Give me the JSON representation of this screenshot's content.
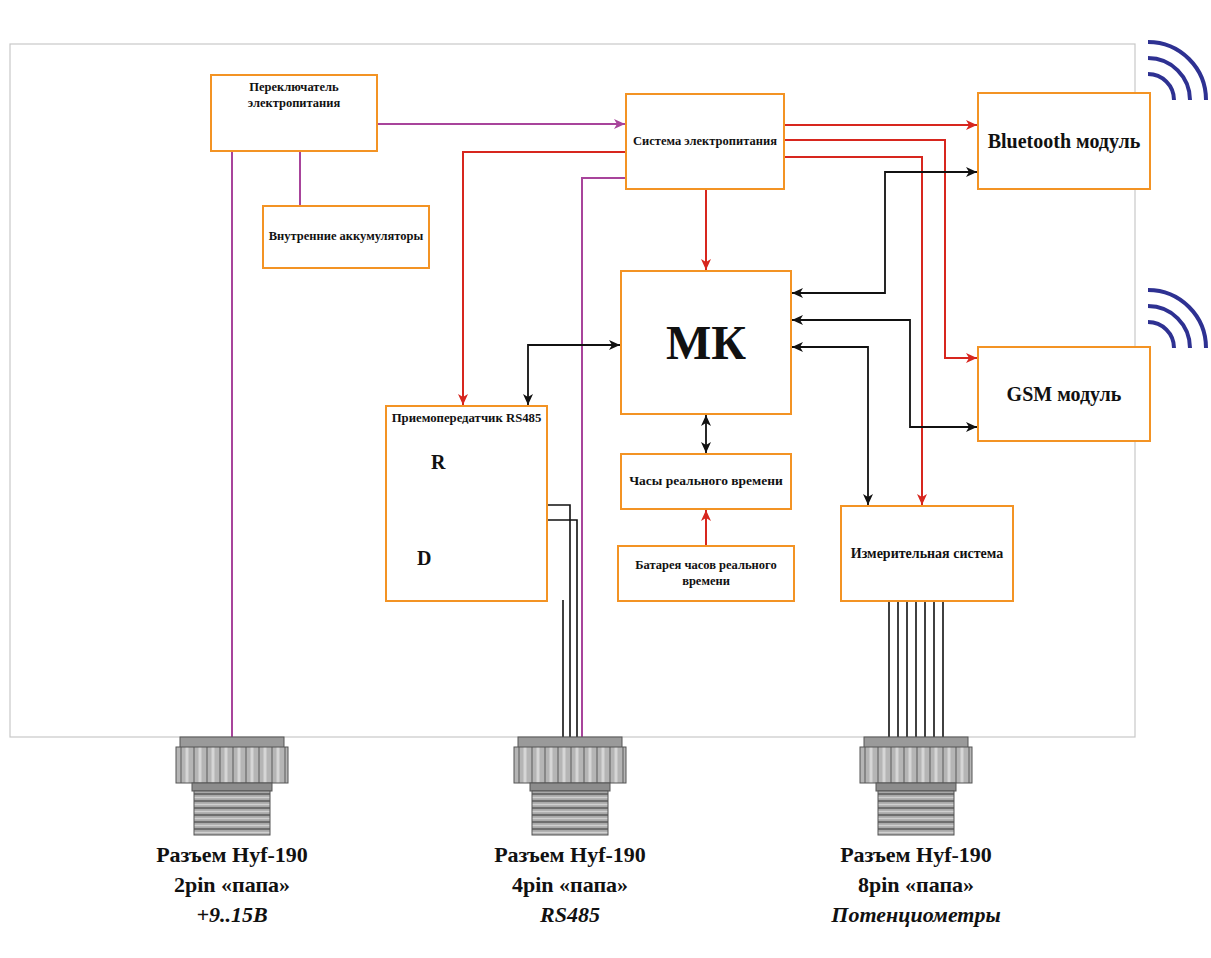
{
  "diagram": {
    "nodes": [
      {
        "text": [
          "Переключатель электропитания"
        ]
      },
      {
        "text": [
          "Система электропитания"
        ]
      },
      {
        "text": [
          "Bluetooth модуль"
        ]
      },
      {
        "text": [
          "Внутренние аккумуляторы"
        ]
      },
      {
        "text": [
          "МК"
        ]
      },
      {
        "text": [
          "GSM модуль"
        ]
      },
      {
        "text": [
          "Приемопередатчик RS485"
        ]
      },
      {
        "text": [
          "Часы реального времени"
        ]
      },
      {
        "text": [
          "Батарея часов реального времени"
        ]
      },
      {
        "text": [
          "Измерительная система"
        ]
      }
    ],
    "edges": [
      {
        "from": 0,
        "to": 1,
        "arrow": "to"
      },
      {
        "from": 3,
        "to": 0,
        "arrow": "none"
      },
      {
        "from": 1,
        "to": 2,
        "arrow": "to"
      },
      {
        "from": 1,
        "to": 5,
        "arrow": "to"
      },
      {
        "from": 1,
        "to": 4,
        "arrow": "to"
      },
      {
        "from": 1,
        "to": 6,
        "arrow": "to"
      },
      {
        "from": 1,
        "to": 9,
        "arrow": "to"
      },
      {
        "from": 4,
        "to": 2,
        "arrow": "both"
      },
      {
        "from": 4,
        "to": 5,
        "arrow": "both"
      },
      {
        "from": 4,
        "to": 9,
        "arrow": "both"
      },
      {
        "from": 4,
        "to": 6,
        "arrow": "both"
      },
      {
        "from": 4,
        "to": 7,
        "arrow": "both"
      },
      {
        "from": 8,
        "to": 7,
        "arrow": "to"
      }
    ],
    "labels": [
      "R",
      "D",
      "Разъем Hyf-190",
      "2pin «папа»",
      "+9..15В",
      "Разъем Hyf-190",
      "4pin «папа»",
      "RS485",
      "Разъем Hyf-190",
      "8pin «папа»",
      "Потенциометры"
    ]
  }
}
